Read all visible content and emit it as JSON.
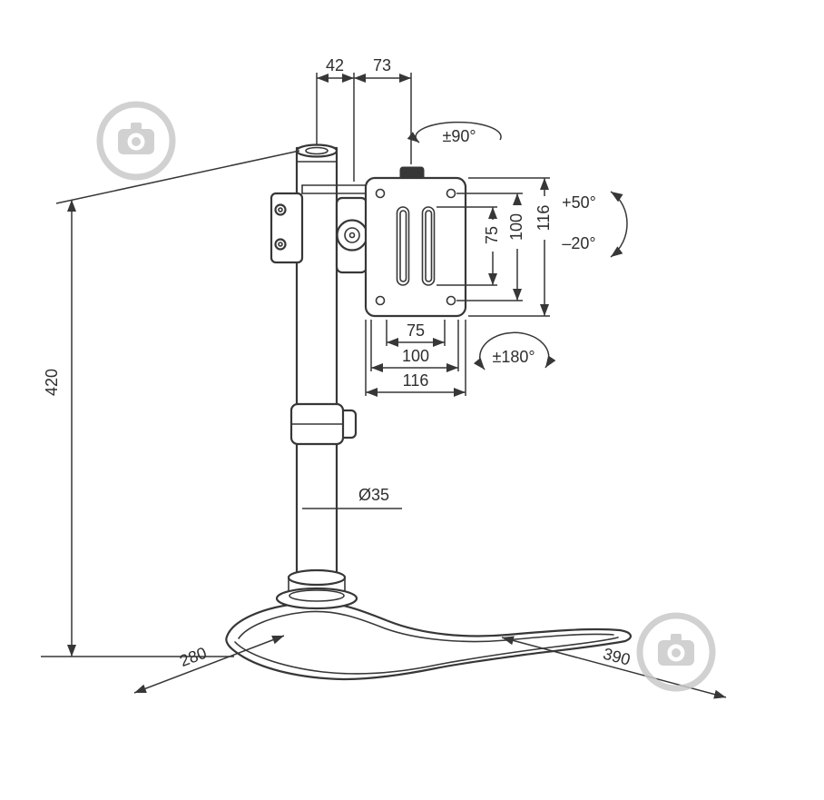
{
  "title": "Monitor desk stand dimension diagram",
  "colors": {
    "line": "#373737",
    "text": "#2e2e2e",
    "watermark": "#c9c9c9",
    "background": "#ffffff"
  },
  "dimensions": {
    "pole_to_joint": "42",
    "joint_to_plate": "73",
    "rotation_range": "±90°",
    "tilt_up": "+50°",
    "tilt_down": "–20°",
    "vesa_v_75": "75",
    "vesa_v_100": "100",
    "plate_height_116": "116",
    "vesa_h_75": "75",
    "vesa_h_100": "100",
    "plate_width_116": "116",
    "swivel_range": "±180°",
    "stand_height": "420",
    "pole_diameter": "Ø35",
    "base_depth": "280",
    "base_width": "390"
  }
}
